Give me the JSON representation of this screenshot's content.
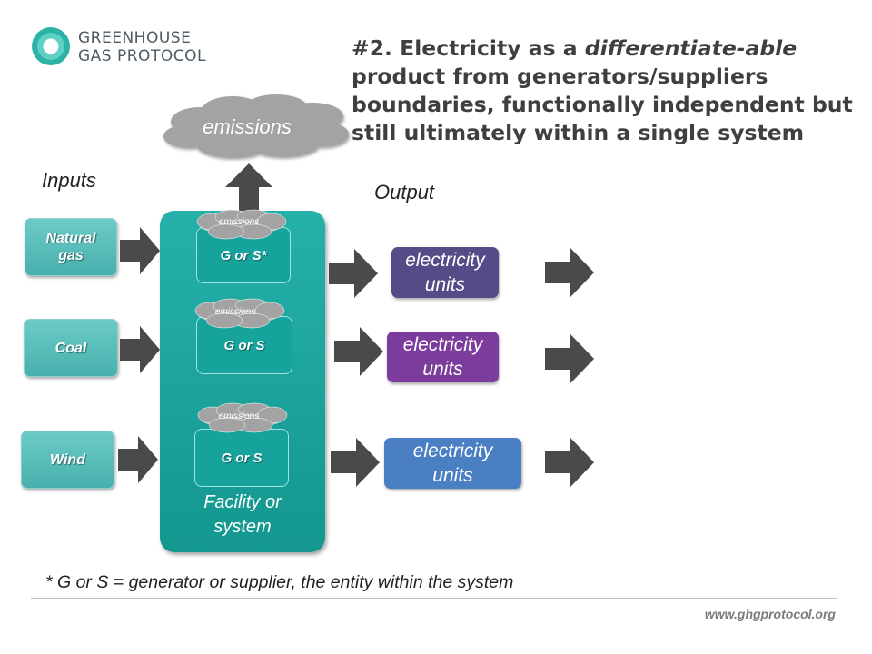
{
  "header": {
    "logo_line1": "GREENHOUSE",
    "logo_line2": "GAS PROTOCOL",
    "title_line1_prefix": "#2. Electricity as a ",
    "title_line1_emph": "differentiate-able",
    "title_line2": "product from generators/suppliers",
    "title_line3": "boundaries, functionally independent but",
    "title_line4": "still ultimately within a single system"
  },
  "labels": {
    "inputs": "Inputs",
    "output": "Output",
    "top_emissions": "emissions"
  },
  "inputs": [
    {
      "line1": "Natural",
      "line2": "gas"
    },
    {
      "line1": "Coal",
      "line2": ""
    },
    {
      "line1": "Wind",
      "line2": ""
    }
  ],
  "facility": {
    "label_line1": "Facility or",
    "label_line2": "system",
    "entities": [
      {
        "label": "G or S*",
        "emissions": "emissions"
      },
      {
        "label": "G or S",
        "emissions": "emissions"
      },
      {
        "label": "G or S",
        "emissions": "emissions"
      }
    ]
  },
  "outputs": [
    {
      "line1": "electricity",
      "line2": "units",
      "color": "#534c87"
    },
    {
      "line1": "electricity",
      "line2": "units",
      "color": "#7b3c9c"
    },
    {
      "line1": "electricity",
      "line2": "units",
      "color": "#4b7fc4"
    }
  ],
  "colors": {
    "teal": "#1aa39c",
    "arrow": "#4a4a4a",
    "cloud": "#a3a3a3"
  },
  "footer": {
    "footnote": "* G or S = generator or supplier, the entity within the system",
    "url": "www.ghgprotocol.org"
  }
}
